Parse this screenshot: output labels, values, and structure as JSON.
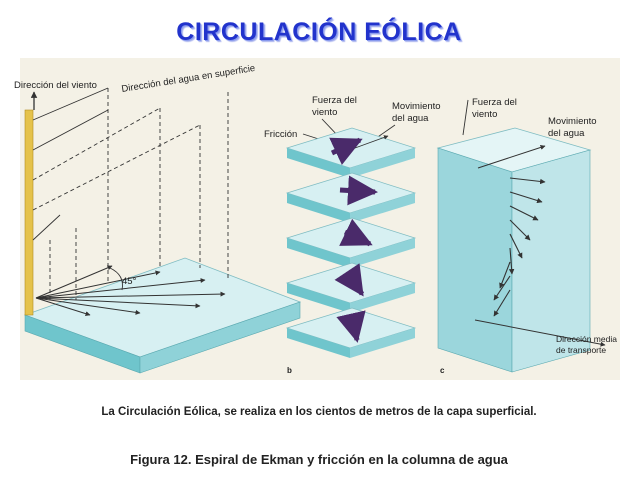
{
  "title": "CIRCULACIÓN EÓLICA",
  "diagram": {
    "panel_a": {
      "wind_direction_label": "Dirección del viento",
      "surface_water_label": "Dirección del agua en superficie",
      "angle_label": "45°"
    },
    "panel_b": {
      "wind_force_label_line1": "Fuerza del",
      "wind_force_label_line2": "viento",
      "friction_label": "Fricción",
      "water_movement_label_line1": "Movimiento",
      "water_movement_label_line2": "del agua",
      "panel_letter": "b"
    },
    "panel_c": {
      "wind_force_label_line1": "Fuerza del",
      "wind_force_label_line2": "viento",
      "water_movement_label_line1": "Movimiento",
      "water_movement_label_line2": "del agua",
      "transport_label_line1": "Dirección media",
      "transport_label_line2": "de transporte",
      "panel_letter": "c"
    }
  },
  "caption_main": "La Circulación Eólica, se realiza en los cientos de metros de la capa superficial.",
  "caption_figure": "Figura 12. Espiral de Ekman y fricción en la columna de agua",
  "colors": {
    "title": "#2233cc",
    "water_top": "#d7f0f2",
    "water_side": "#6fc5cc",
    "arrow_dark": "#4a2a6a",
    "background_figure": "#f4f1e6"
  }
}
